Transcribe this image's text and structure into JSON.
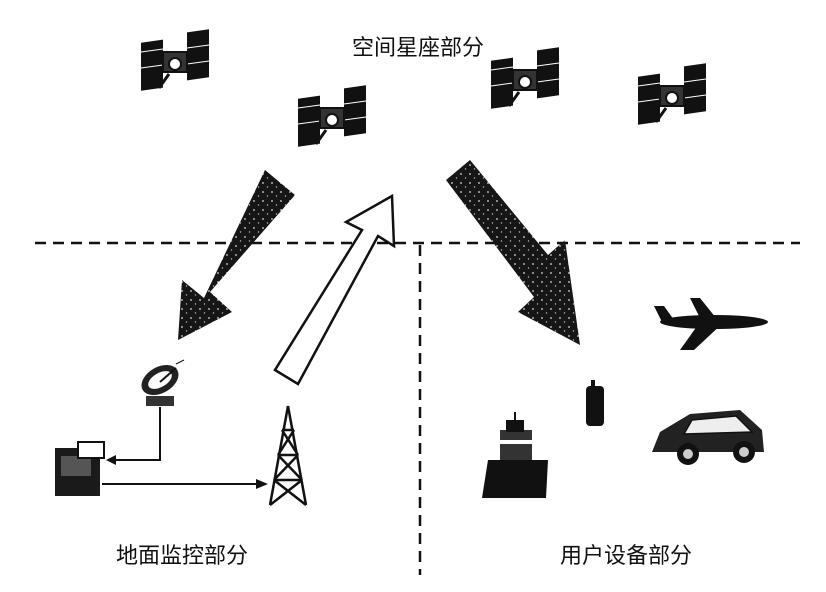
{
  "diagram": {
    "labels": {
      "space": "空间星座部分",
      "ground": "地面监控部分",
      "user": "用户设备部分"
    },
    "colors": {
      "ink": "#111111",
      "arrow_dark": "#1a1a1a",
      "background": "#ffffff"
    },
    "icons": [
      "satellite-icon",
      "antenna-dish-icon",
      "computer-icon",
      "tower-icon",
      "ship-icon",
      "handheld-receiver-icon",
      "airplane-icon",
      "car-icon"
    ]
  }
}
